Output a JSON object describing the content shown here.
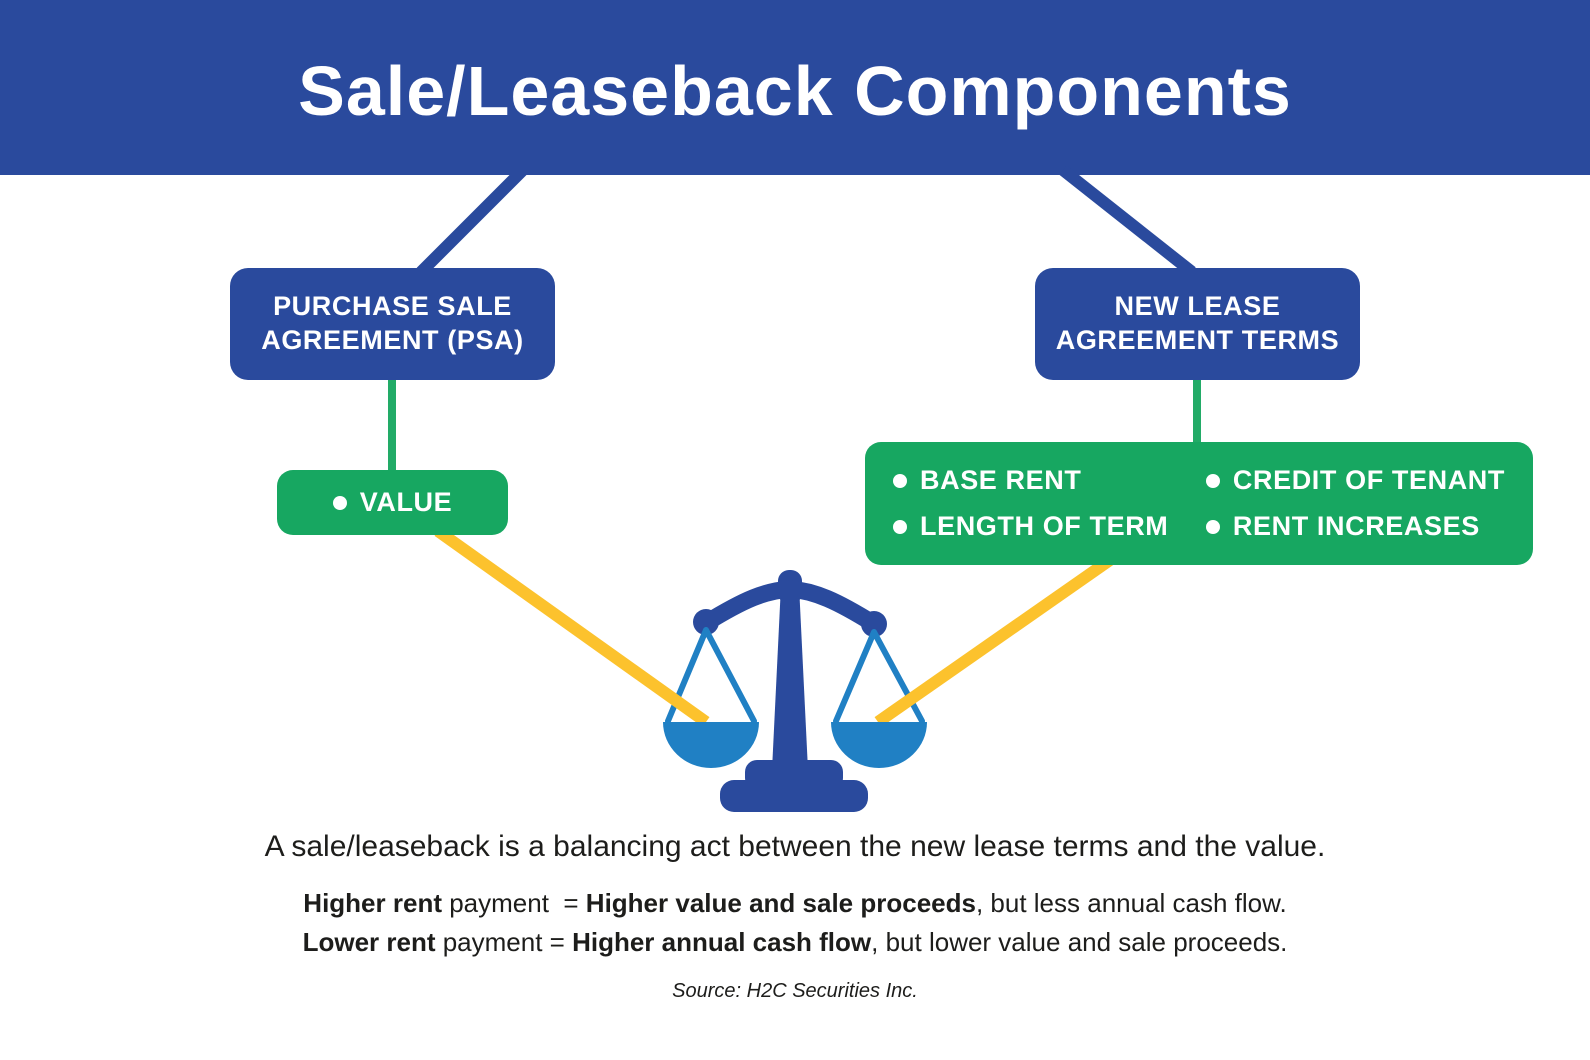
{
  "header": {
    "title": "Sale/Leaseback Components"
  },
  "colors": {
    "brand_blue": "#2a4a9d",
    "green": "#17a761",
    "yellow": "#fcc22d",
    "pan_blue": "#2080c4",
    "text_dark": "#1d1d1b",
    "white": "#ffffff"
  },
  "icons": {
    "balance_scale": "⚖",
    "bullet": "•"
  },
  "diagram": {
    "psa_box": {
      "line1": "PURCHASE SALE",
      "line2": "AGREEMENT (PSA)"
    },
    "lease_box": {
      "line1": "NEW LEASE",
      "line2": "AGREEMENT TERMS"
    },
    "value_box": {
      "label": "VALUE"
    },
    "terms_box": {
      "col1": [
        "BASE RENT",
        "LENGTH OF TERM"
      ],
      "col2": [
        "CREDIT OF TENANT",
        "RENT INCREASES"
      ]
    }
  },
  "caption": {
    "line1": "A sale/leaseback is a balancing act between the new lease terms and the value.",
    "line2": {
      "bold1": "Higher rent",
      "normal1": " payment  = ",
      "bold2": "Higher value and sale proceeds",
      "normal2": ", but less annual cash flow."
    },
    "line3": {
      "bold1": "Lower rent",
      "normal1": " payment = ",
      "bold2": "Higher annual cash flow",
      "normal2": ", but lower value and sale proceeds."
    },
    "source": "Source: H2C Securities Inc."
  }
}
